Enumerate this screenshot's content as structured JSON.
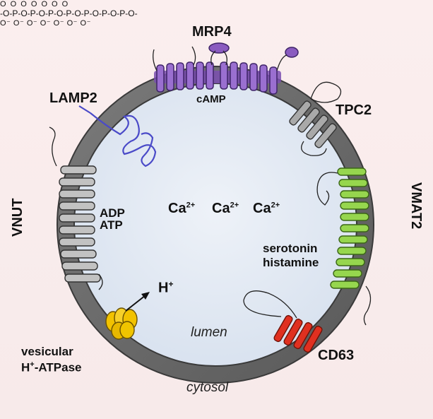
{
  "labels": {
    "mrp4": "MRP4",
    "camp": "cAMP",
    "lamp2": "LAMP2",
    "tpc2": "TPC2",
    "vnut": "VNUT",
    "vmat2": "VMAT2",
    "adp": "ADP",
    "atp": "ATP",
    "serotonin": "serotonin",
    "histamine": "histamine",
    "hplus": "H",
    "hplus_sup": "+",
    "lumen": "lumen",
    "cytosol": "cytosol",
    "cd63": "CD63",
    "atpase_line1": "vesicular",
    "atpase_line2_h": "H",
    "atpase_line2_sup": "+",
    "atpase_line2_rest": "-ATPase"
  },
  "polyphosphate": {
    "top_row": "O  O  O  O  O  O  O",
    "mid_row": "-O-P-O-P-O-P-O-P-O-P-O-P-O-P-O-",
    "bottom_row": "O⁻ O⁻ O⁻ O⁻ O⁻ O⁻ O⁻",
    "ion": "Ca",
    "ion_charge": "2+"
  },
  "colors": {
    "membrane": "#6b6b6b",
    "lumen": "#dde6f2",
    "mrp4": "#8a5cc0",
    "lamp2": "#4a4ac8",
    "vmat2": "#8fd04a",
    "cd63": "#e03020",
    "atpase": "#f2c200",
    "vnut": "#b8b8b8"
  }
}
